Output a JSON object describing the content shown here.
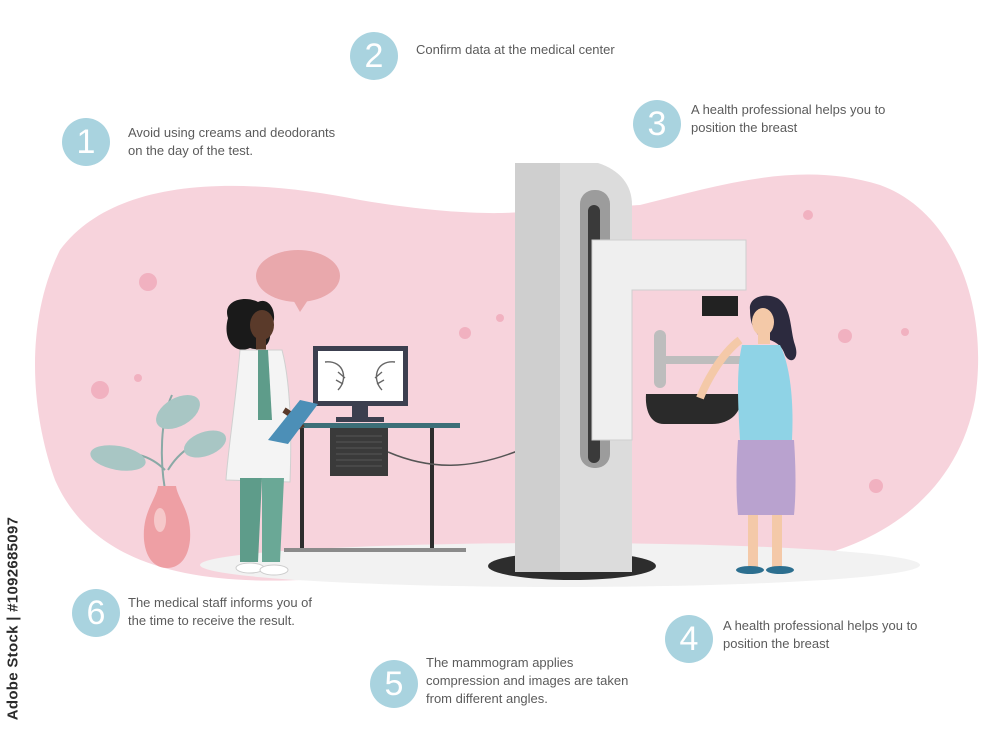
{
  "steps": [
    {
      "number": "1",
      "text": "Avoid using creams and deodorants\non the day of the test."
    },
    {
      "number": "2",
      "text": "Confirm data at the medical center"
    },
    {
      "number": "3",
      "text": "A health professional helps you to\nposition the breast"
    },
    {
      "number": "4",
      "text": "A health professional helps you to\nposition the breast"
    },
    {
      "number": "5",
      "text": "The mammogram applies\ncompression and images are taken\nfrom different angles."
    },
    {
      "number": "6",
      "text": "The medical staff informs you of\nthe time to receive the result."
    }
  ],
  "watermark": "Adobe Stock | #1092685097",
  "colors": {
    "blob": "#f7d3dc",
    "step_circle": "#a9d3df",
    "machine": "#d8d8d8",
    "scrubs": "#5e9c8a",
    "shirt": "#8fd3e6",
    "skirt": "#b9a2cf",
    "vase": "#ee9fa4",
    "leaves": "#a8c6c4"
  },
  "icons": [
    "speech-bubble-icon",
    "plant-icon",
    "monitor-icon",
    "clipboard-icon"
  ]
}
